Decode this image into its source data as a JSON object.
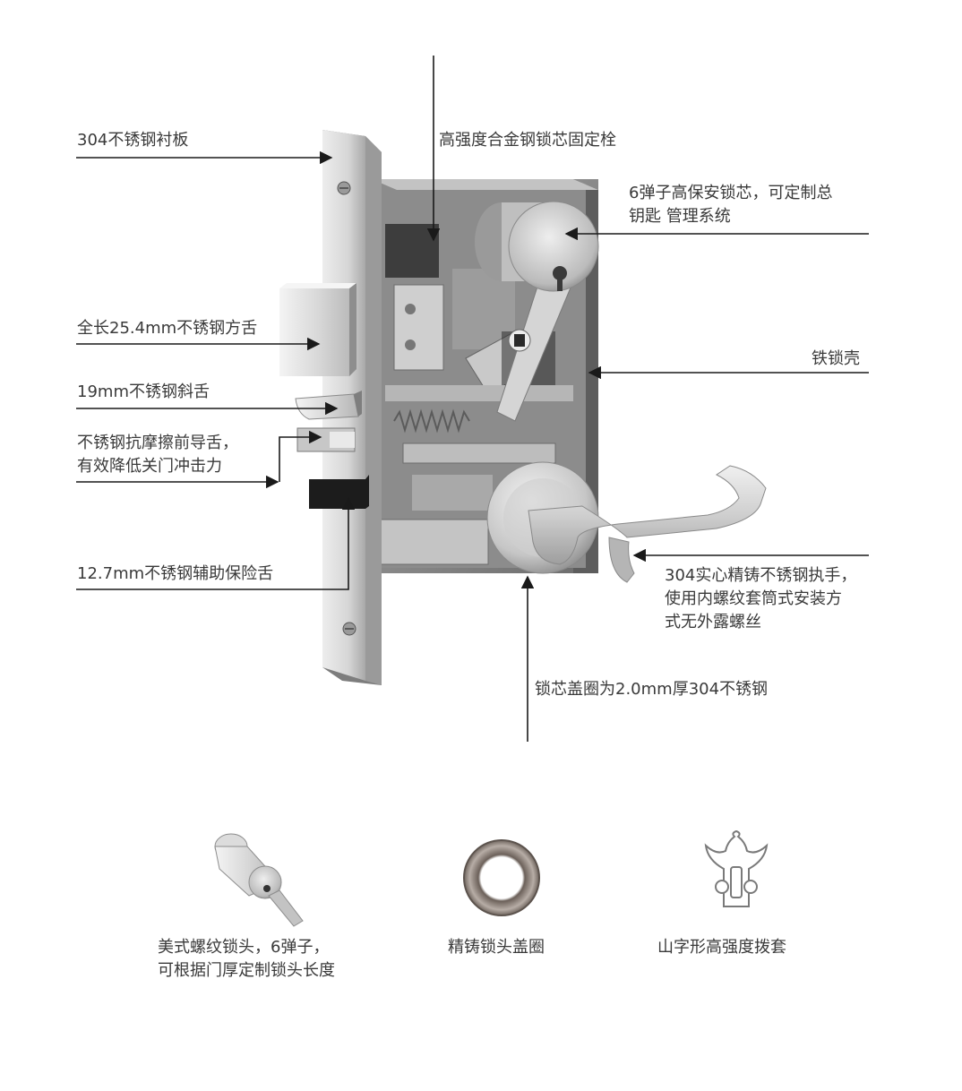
{
  "callouts": {
    "faceplate": "304不锈钢衬板",
    "cylinder_pin": "高强度合金钢锁芯固定栓",
    "cylinder": [
      "6弹子高保安锁芯，可定制总",
      "钥匙 管理系统"
    ],
    "deadbolt": "全长25.4mm不锈钢方舌",
    "housing": "铁锁壳",
    "latch": "19mm不锈钢斜舌",
    "guide_tongue": [
      "不锈钢抗摩擦前导舌，",
      "有效降低关门冲击力"
    ],
    "handle": [
      "304实心精铸不锈钢执手，",
      "使用内螺纹套筒式安装方",
      "式无外露螺丝"
    ],
    "safety_tongue": "12.7mm不锈钢辅助保险舌",
    "rose": "锁芯盖圈为2.0mm厚304不锈钢"
  },
  "parts": {
    "cylinder": [
      "美式螺纹锁头，6弹子，",
      "可根据门厚定制锁头长度"
    ],
    "ring": "精铸锁头盖圈",
    "cam": "山字形高强度拨套"
  },
  "colors": {
    "line": "#1a1a1a",
    "steel_light": "#e4e4e4",
    "steel_mid": "#bdbdbd",
    "steel_dark": "#7a7a7a",
    "shadow": "#4a4a4a",
    "black": "#1c1c1c"
  }
}
